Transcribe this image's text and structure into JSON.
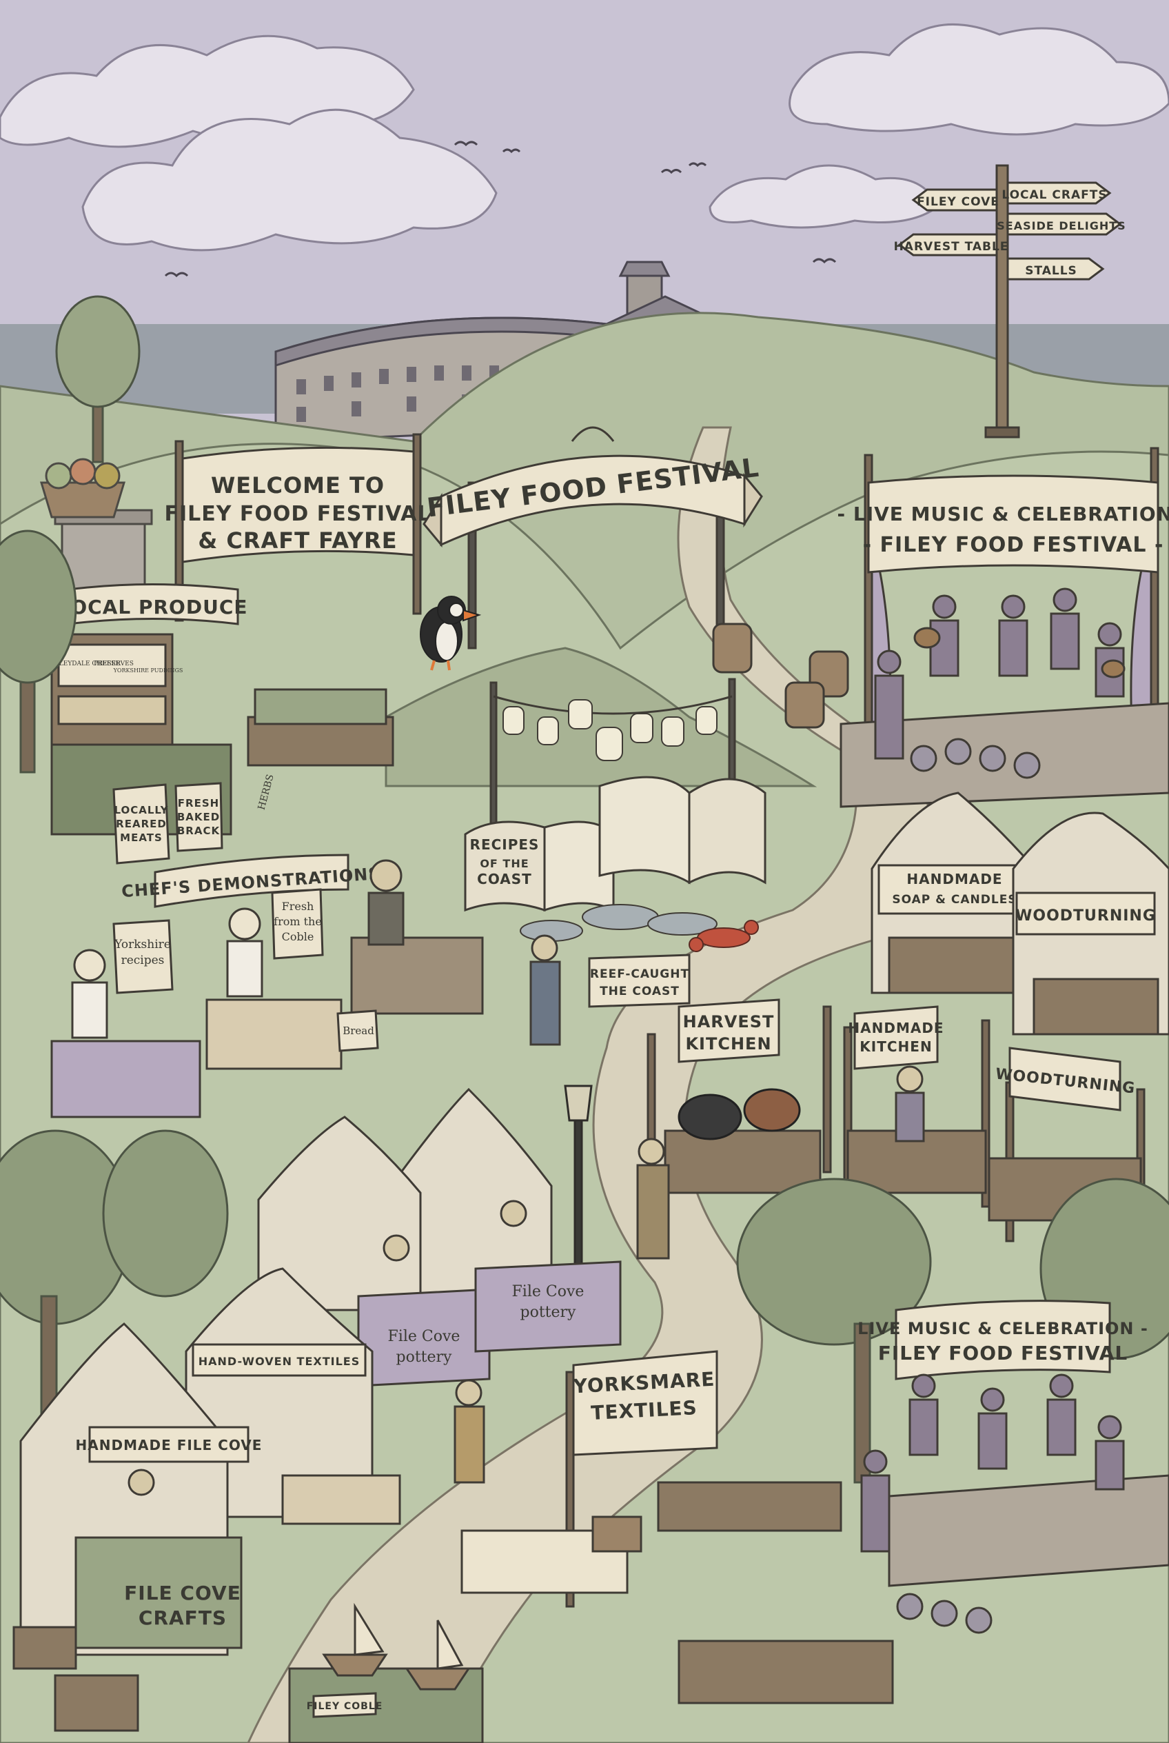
{
  "signpost": {
    "left": [
      "FILEY COVE",
      "HARVEST TABLE"
    ],
    "right": [
      "LOCAL CRAFTS",
      "SEASIDE DELIGHTS",
      "STALLS"
    ]
  },
  "banners": {
    "welcome": [
      "WELCOME TO",
      "FILEY FOOD FESTIVAL",
      "& CRAFT FAYRE"
    ],
    "arch": "FILEY FOOD FESTIVAL",
    "stage_top": [
      "- LIVE MUSIC & CELEBRATION -",
      "- FILEY FOOD FESTIVAL -"
    ],
    "stage_bottom": [
      "LIVE MUSIC & CELEBRATION -",
      "FILEY FOOD FESTIVAL"
    ],
    "local_produce": "LOCAL PRODUCE",
    "chefs_demos": "CHEF'S DEMONSTRATIONS",
    "yorksmare": [
      "YORKSMARE",
      "TEXTILES"
    ]
  },
  "stall_signs": {
    "produce_shelf": [
      "WENSLEYDALE CHEESE",
      "PRESERVES",
      "YORKSHIRE PUDDINGS"
    ],
    "reared_meats": [
      "LOCALLY",
      "REARED",
      "MEATS"
    ],
    "baked_brack": [
      "FRESH",
      "BAKED",
      "BRACK"
    ],
    "herbs": "HERBS",
    "recipes_book": [
      "RECIPES",
      "OF THE",
      "COAST"
    ],
    "reef_caught": [
      "REEF-CAUGHT",
      "THE COAST"
    ],
    "yorkshire_recipes": [
      "Yorkshire",
      "recipes"
    ],
    "fresh_coble": [
      "Fresh",
      "from the",
      "Coble"
    ],
    "bread": "Bread",
    "harvest_kitchen": [
      "HARVEST",
      "KITCHEN"
    ],
    "handmade_kitchen": [
      "HANDMADE",
      "KITCHEN"
    ],
    "soap_candles": [
      "HANDMADE",
      "SOAP & CANDLES"
    ],
    "woodturning_top": "WOODTURNING",
    "woodturning_bottom": "WOODTURNING",
    "pottery_1": [
      "File Cove",
      "pottery"
    ],
    "pottery_2": [
      "File Cove",
      "pottery"
    ],
    "hand_woven": "HAND-WOVEN TEXTILES",
    "handmade_file_cove": "HANDMADE FILE COVE",
    "file_cove_crafts": [
      "FILE COVE",
      "CRAFTS"
    ],
    "filey_coble": "FILEY COBLE"
  },
  "colors": {
    "sky": "#c9c3d4",
    "cloud": "#e8e4ec",
    "sea": "#9aa0a8",
    "hill": "#b9c4a6",
    "hill_dark": "#a3b08e",
    "path": "#d9d2bd",
    "banner": "#ece4cf",
    "ink": "#3a3a33",
    "tent": "#e3dccb",
    "tent_purple": "#b6a9bf",
    "tree": "#8f9c7c",
    "wood": "#8c7a63"
  },
  "icons": [
    "signpost-icon",
    "puffin-icon",
    "lantern-icon",
    "lobster-icon",
    "fish-icon",
    "cauldron-icon",
    "guitar-icon",
    "lamp-post-icon",
    "gull-icon",
    "basket-icon"
  ]
}
